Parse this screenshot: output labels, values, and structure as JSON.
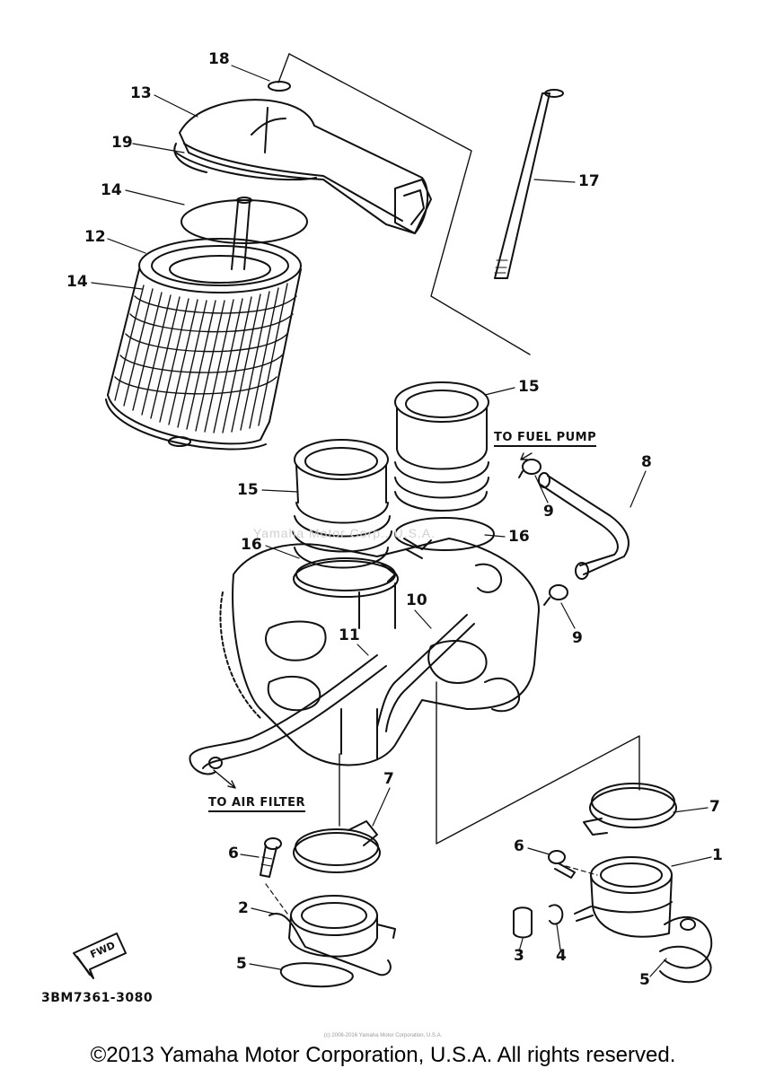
{
  "diagram": {
    "part_labels": [
      {
        "id": "18",
        "text": "18"
      },
      {
        "id": "13",
        "text": "13"
      },
      {
        "id": "19",
        "text": "19"
      },
      {
        "id": "14a",
        "text": "14"
      },
      {
        "id": "12",
        "text": "12"
      },
      {
        "id": "14b",
        "text": "14"
      },
      {
        "id": "17",
        "text": "17"
      },
      {
        "id": "15a",
        "text": "15"
      },
      {
        "id": "15b",
        "text": "15"
      },
      {
        "id": "16a",
        "text": "16"
      },
      {
        "id": "16b",
        "text": "16"
      },
      {
        "id": "8",
        "text": "8"
      },
      {
        "id": "9a",
        "text": "9"
      },
      {
        "id": "9b",
        "text": "9"
      },
      {
        "id": "10",
        "text": "10"
      },
      {
        "id": "11",
        "text": "11"
      },
      {
        "id": "7a",
        "text": "7"
      },
      {
        "id": "7b",
        "text": "7"
      },
      {
        "id": "6a",
        "text": "6"
      },
      {
        "id": "6b",
        "text": "6"
      },
      {
        "id": "1",
        "text": "1"
      },
      {
        "id": "2",
        "text": "2"
      },
      {
        "id": "3",
        "text": "3"
      },
      {
        "id": "4",
        "text": "4"
      },
      {
        "id": "5a",
        "text": "5"
      },
      {
        "id": "5b",
        "text": "5"
      }
    ],
    "notes": {
      "to_fuel_pump": "TO FUEL PUMP",
      "to_air_filter": "TO AIR FILTER",
      "fwd": "FWD"
    },
    "diagram_code": "3BM7361-3080",
    "watermark": "Yamaha Motor Corp., U.S.A."
  },
  "footer": {
    "copyright": "©2013 Yamaha Motor Corporation, U.S.A. All rights reserved.",
    "small_copyright": "(c) 2006-2016 Yamaha Motor Corporation, U.S.A."
  }
}
